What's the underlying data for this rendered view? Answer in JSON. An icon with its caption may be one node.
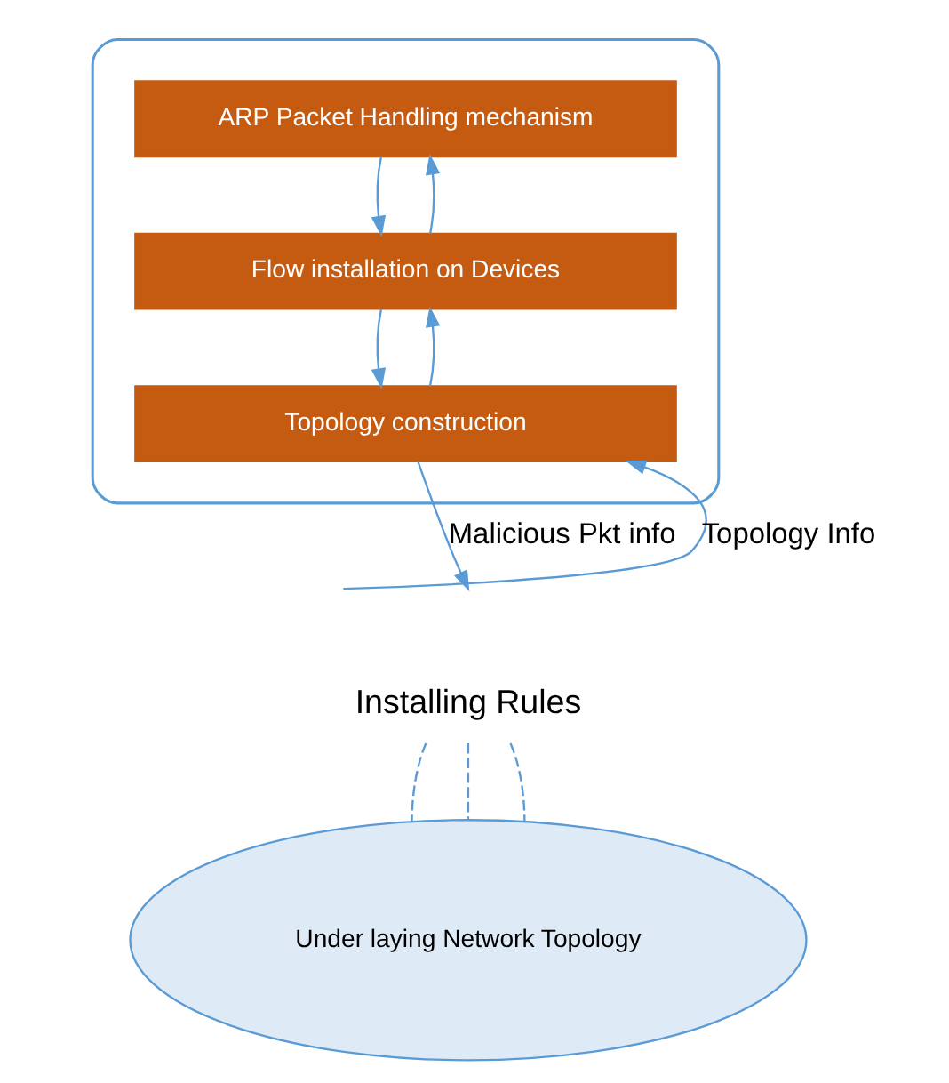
{
  "diagram": {
    "nodes": [
      {
        "text": [],
        "shape": "box"
      },
      {
        "text": [
          "ARP Packet Handling mechanism"
        ],
        "in": 0
      },
      {
        "text": [
          "Flow installation on Devices"
        ],
        "in": 0
      },
      {
        "text": [
          "Topology construction"
        ],
        "in": 0
      },
      {
        "text": [
          "Installing Rules"
        ]
      },
      {
        "text": [
          "Under laying Network Topology"
        ]
      }
    ],
    "edges": [
      {
        "from": 1,
        "to": 2,
        "arrow": "to"
      },
      {
        "from": 2,
        "to": 1,
        "arrow": "to"
      },
      {
        "from": 2,
        "to": 3,
        "arrow": "to"
      },
      {
        "from": 3,
        "to": 2,
        "arrow": "to"
      },
      {
        "from": null,
        "to": 3,
        "arrow": "to",
        "label": "Topology Info"
      },
      {
        "from": 3,
        "to": null,
        "arrow": "to",
        "label": "Malicious Pkt info"
      },
      {
        "from": 4,
        "to": 5,
        "arrow": "none",
        "style": "dashed"
      },
      {
        "from": 4,
        "to": 5,
        "arrow": "none",
        "style": "dashed"
      },
      {
        "from": 4,
        "to": 5,
        "arrow": "none",
        "style": "dashed"
      }
    ]
  }
}
